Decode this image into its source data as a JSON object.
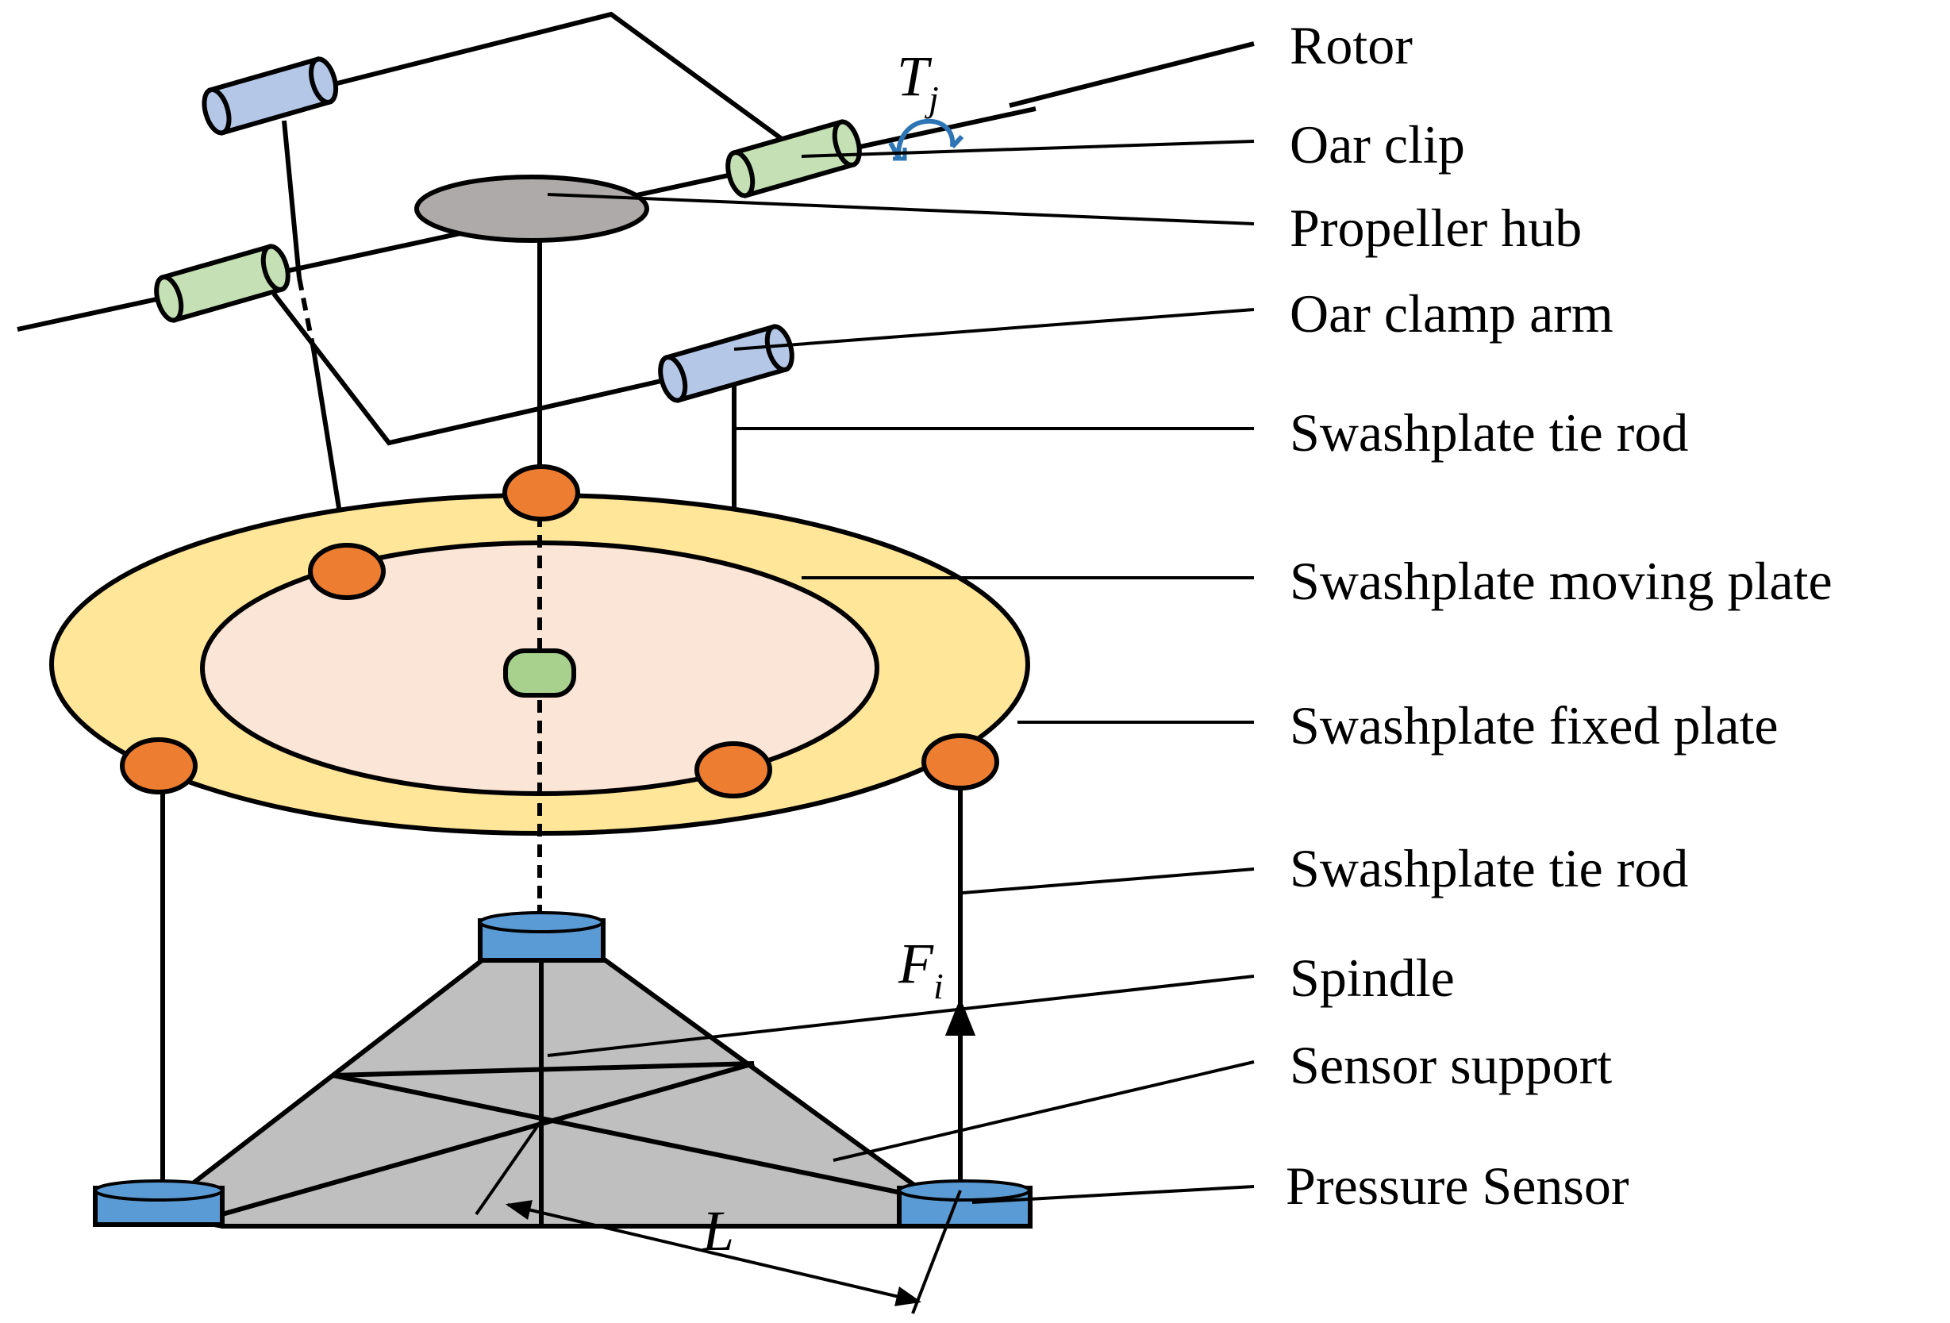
{
  "labels": {
    "rotor": "Rotor",
    "oar_clip": "Oar clip",
    "propeller_hub": "Propeller hub",
    "oar_clamp_arm": "Oar clamp arm",
    "swashplate_tie_rod_upper": "Swashplate tie rod",
    "swashplate_moving_plate": "Swashplate moving plate",
    "swashplate_fixed_plate": "Swashplate fixed plate",
    "swashplate_tie_rod_lower": "Swashplate tie rod",
    "spindle": "Spindle",
    "sensor_support": "Sensor support",
    "pressure_sensor": "Pressure Sensor"
  },
  "symbols": {
    "torque": "T",
    "torque_sub": "j",
    "force": "F",
    "force_sub": "i",
    "length": "L"
  },
  "colors": {
    "clamp_arm_blue": "#b4c7e7",
    "oar_clip_green": "#c5e0b4",
    "hub_gray": "#aeaaaa",
    "fixed_plate_yellow": "#ffe699",
    "moving_plate_pink": "#fbe5d6",
    "joint_orange": "#ed7d31",
    "sensor_blue": "#5b9bd5",
    "support_gray": "#bfbfbf",
    "spindle_green": "#a9d18e",
    "torque_arrow": "#2e75b6"
  }
}
